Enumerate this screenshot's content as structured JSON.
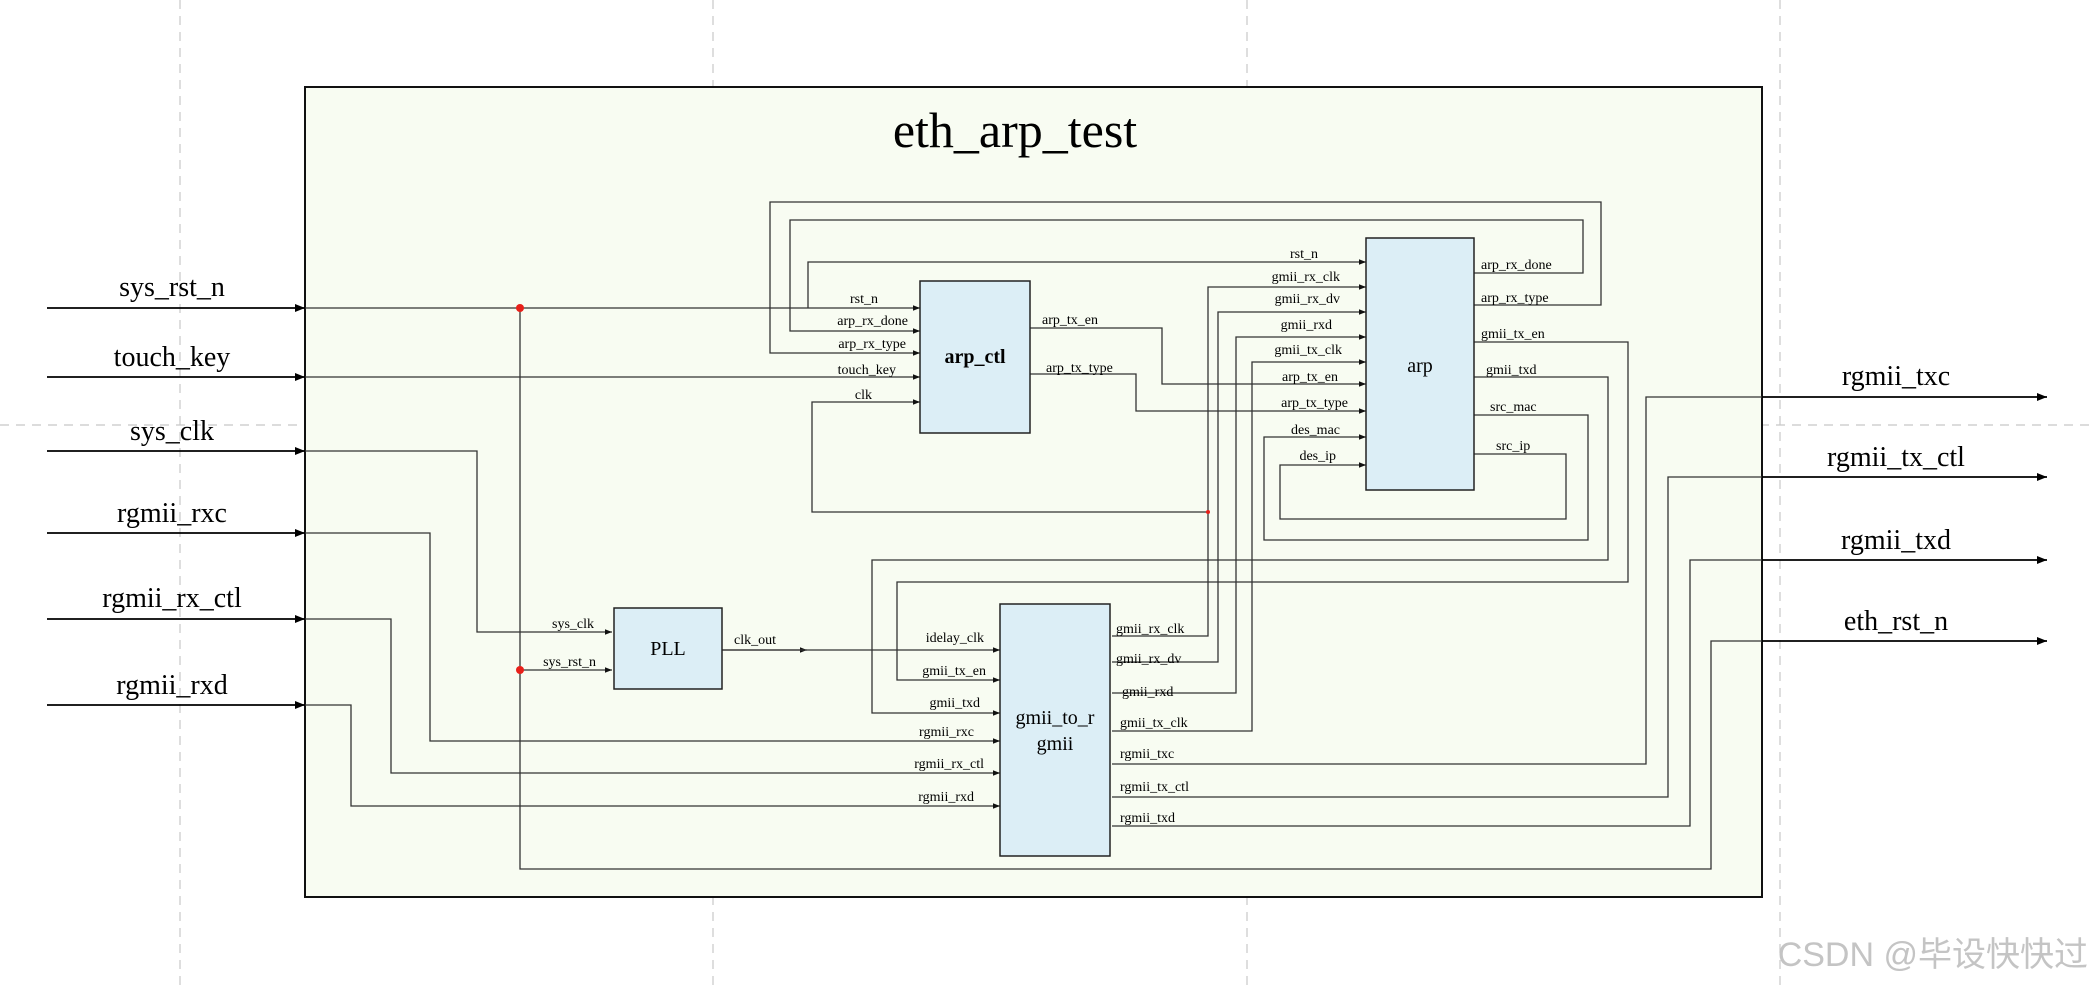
{
  "diagram": {
    "title": "eth_arp_test",
    "watermark": "CSDN @毕设快快过",
    "colors": {
      "top_fill": "#f8fcf2",
      "block_fill": "#dceef6",
      "junction": "#e8201a",
      "grid": "#c8c8c8"
    },
    "inputs": [
      "sys_rst_n",
      "touch_key",
      "sys_clk",
      "rgmii_rxc",
      "rgmii_rx_ctl",
      "rgmii_rxd"
    ],
    "outputs": [
      "rgmii_txc",
      "rgmii_tx_ctl",
      "rgmii_txd",
      "eth_rst_n"
    ],
    "blocks": {
      "arp_ctl": {
        "name": "arp_ctl",
        "inputs": [
          "rst_n",
          "arp_rx_done",
          "arp_rx_type",
          "touch_key",
          "clk"
        ],
        "outputs": [
          "arp_tx_en",
          "arp_tx_type"
        ]
      },
      "arp": {
        "name": "arp",
        "inputs": [
          "rst_n",
          "gmii_rx_clk",
          "gmii_rx_dv",
          "gmii_rxd",
          "gmii_tx_clk",
          "arp_tx_en",
          "arp_tx_type",
          "des_mac",
          "des_ip"
        ],
        "outputs": [
          "arp_rx_done",
          "arp_rx_type",
          "gmii_tx_en",
          "gmii_txd",
          "src_mac",
          "src_ip"
        ]
      },
      "pll": {
        "name": "PLL",
        "inputs": [
          "sys_clk",
          "sys_rst_n"
        ],
        "outputs": [
          "clk_out"
        ]
      },
      "gmii": {
        "name_line1": "gmii_to_r",
        "name_line2": "gmii",
        "inputs": [
          "idelay_clk",
          "gmii_tx_en",
          "gmii_txd",
          "rgmii_rxc",
          "rgmii_rx_ctl",
          "rgmii_rxd"
        ],
        "outputs": [
          "gmii_rx_clk",
          "gmii_rx_dv",
          "gmii_rxd",
          "gmii_tx_clk",
          "rgmii_txc",
          "rgmii_tx_ctl",
          "rgmii_txd"
        ]
      }
    }
  }
}
